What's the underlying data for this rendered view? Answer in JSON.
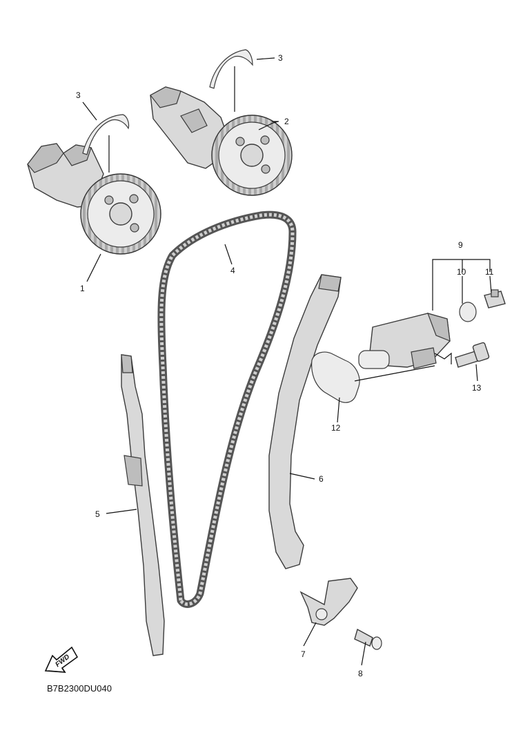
{
  "callouts": [
    {
      "id": "p1",
      "label": "1"
    },
    {
      "id": "p2",
      "label": "2"
    },
    {
      "id": "p3a",
      "label": "3"
    },
    {
      "id": "p3b",
      "label": "3"
    },
    {
      "id": "p4",
      "label": "4"
    },
    {
      "id": "p5",
      "label": "5"
    },
    {
      "id": "p6",
      "label": "6"
    },
    {
      "id": "p7",
      "label": "7"
    },
    {
      "id": "p8",
      "label": "8"
    },
    {
      "id": "p9",
      "label": "9"
    },
    {
      "id": "p10",
      "label": "10"
    },
    {
      "id": "p11",
      "label": "11"
    },
    {
      "id": "p12",
      "label": "12"
    },
    {
      "id": "p13",
      "label": "13"
    }
  ],
  "fwd_label": "FWD",
  "diagram_code": "B7B2300DU040"
}
